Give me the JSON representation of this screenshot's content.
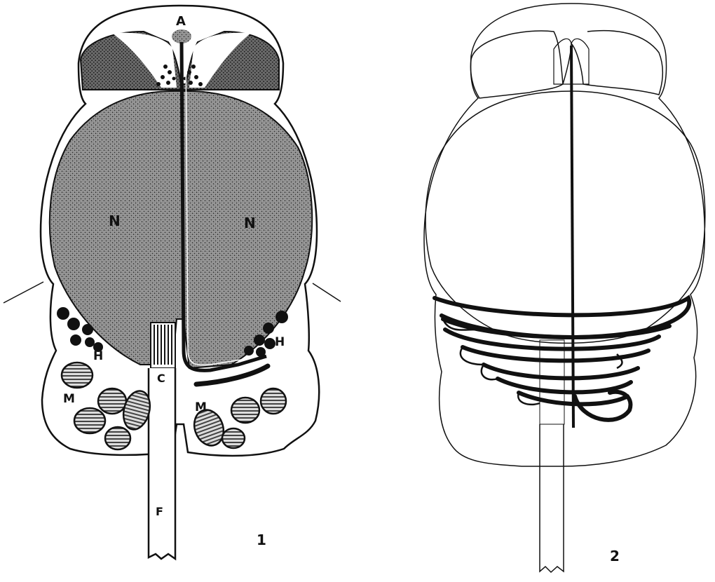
{
  "figure_1": {
    "labels": {
      "acrosome": "A",
      "nucleus_left": "N",
      "nucleus_right": "N",
      "granules_left": "H",
      "granules_right": "H",
      "mitochondria_left": "M",
      "mitochondria_right": "M",
      "centriole": "C",
      "flagellum": "F"
    },
    "number": "1"
  },
  "figure_2": {
    "number": "2"
  },
  "colors": {
    "ink": "#111111",
    "stipple": "#8a8a8a",
    "paper": "#ffffff"
  }
}
